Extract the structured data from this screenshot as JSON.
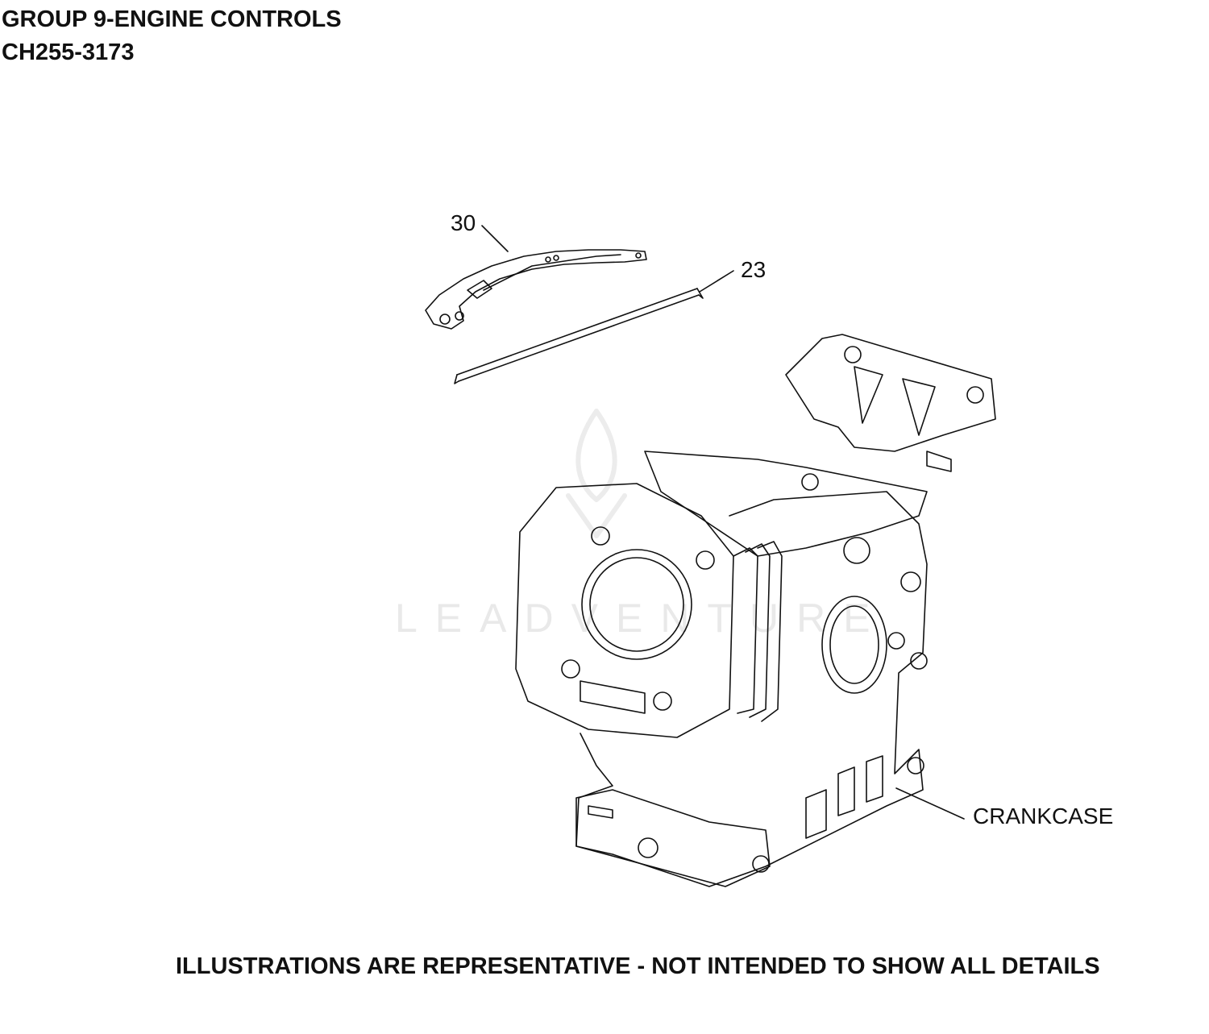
{
  "header": {
    "title": "GROUP 9-ENGINE CONTROLS",
    "model": "CH255-3173"
  },
  "callouts": {
    "part_30": "30",
    "part_23": "23",
    "crankcase": "CRANKCASE"
  },
  "watermark": "LEADVENTURE",
  "footer": {
    "disclaimer": "ILLUSTRATIONS ARE REPRESENTATIVE - NOT INTENDED TO SHOW ALL DETAILS"
  },
  "colors": {
    "ink": "#111111",
    "background": "#ffffff",
    "watermark": "#e9e9e9"
  }
}
